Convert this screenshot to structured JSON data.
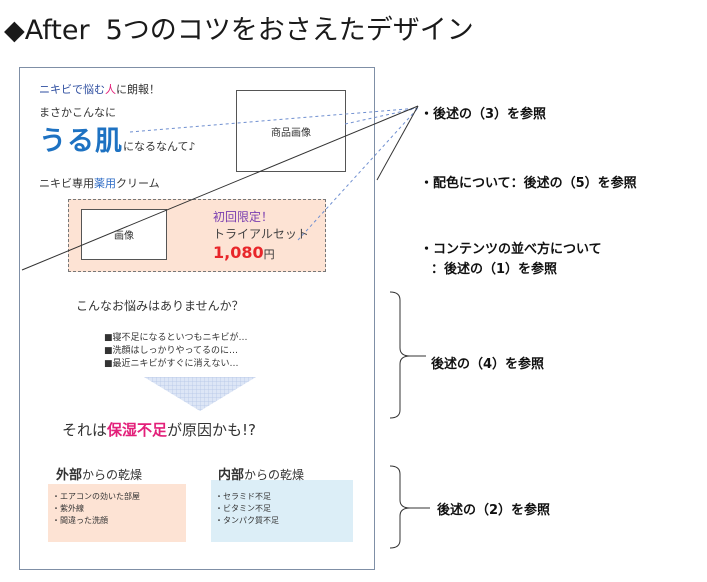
{
  "heading": {
    "symbol": "◆",
    "after": "After",
    "title": "5つのコツをおさえたデザイン"
  },
  "mockup": {
    "tagline": {
      "part1": "ニキビで悩む",
      "part2": "人",
      "part3": "に朗報！"
    },
    "subline": "まさかこんなに",
    "skin_big": "うる肌",
    "skin_after": "になるなんて♪",
    "product_image": "商品画像",
    "cream": {
      "part1": "ニキビ専用",
      "part2": "薬用",
      "part3": "クリーム"
    },
    "image_box": "画像",
    "offer_line1": "初回限定！",
    "offer_line2": "トライアルセット",
    "price_num": "1,080",
    "price_unit": "円",
    "worry": "こんなお悩みはありませんか？",
    "list": [
      "■寝不足になるといつもニキビが…",
      "■洗顔はしっかりやってるのに…",
      "■最近ニキビがすぐに消えない…"
    ],
    "cause": {
      "part1": "それは",
      "part2": "保湿不足",
      "part3": "が原因かも!?"
    },
    "external": {
      "strong": "外部",
      "rest": "からの乾燥",
      "items": [
        "・エアコンの効いた部屋",
        "・紫外線",
        "・間違った洗顔"
      ]
    },
    "internal": {
      "strong": "内部",
      "rest": "からの乾燥",
      "items": [
        "・セラミド不足",
        "・ビタミン不足",
        "・タンパク質不足"
      ]
    }
  },
  "notes": {
    "n1": "・後述の（3）を参照",
    "n2": "・配色について：後述の（5）を参照",
    "n3a": "・コンテンツの並べ方について",
    "n3b": "：後述の（1）を参照",
    "n4": "後述の（4）を参照",
    "n5": "後述の（2）を参照"
  },
  "colors": {
    "accent_blue": "#1e72c2",
    "pink": "#e3207a",
    "price_red": "#e8262a",
    "peach": "#fde3d4",
    "light_blue": "#dceef7"
  }
}
